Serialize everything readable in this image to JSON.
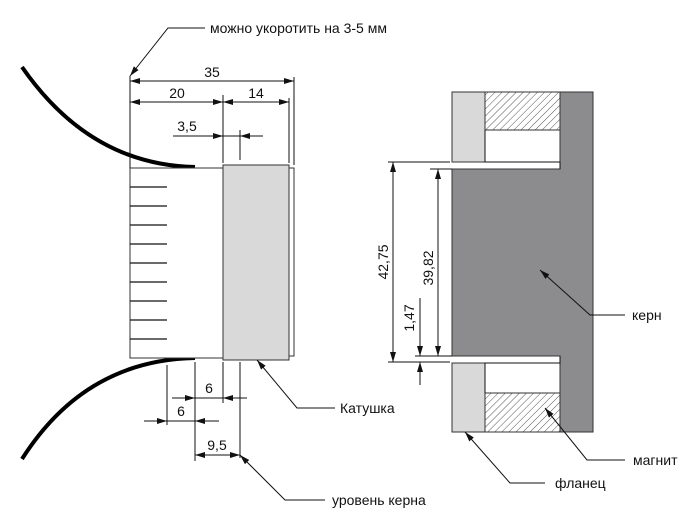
{
  "labels": {
    "shorten_note": "можно укоротить на 3-5 мм",
    "coil": "Катушка",
    "core_level": "уровень керна",
    "core": "керн",
    "magnet": "магнит",
    "flange": "фланец"
  },
  "dimensions": {
    "total_length": "35",
    "body_length": "20",
    "coil_length": "14",
    "offset_3_5": "3,5",
    "gap_6_upper": "6",
    "gap_6_lower": "6",
    "core_level_9_5": "9,5",
    "outer_height": "42,75",
    "core_height": "39,82",
    "step": "1,47"
  },
  "colors": {
    "coil_fill": "#d9d9d9",
    "flange_fill": "#d9d9d9",
    "core_fill": "#8c8c8e",
    "line": "#111111"
  }
}
